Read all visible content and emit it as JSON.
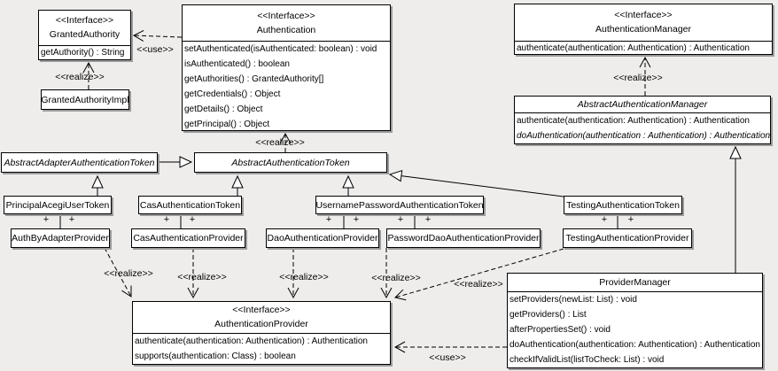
{
  "colors": {
    "background": "#eeedec",
    "box_fill": "#ffffff",
    "line": "#000000",
    "shadow": "#9b9b9b"
  },
  "labels": {
    "use": "<<use>>",
    "realize": "<<realize>>",
    "plus": "+"
  },
  "classes": {
    "granted_authority": {
      "stereotype": "<<Interface>>",
      "name": "GrantedAuthority",
      "methods": [
        "getAuthority() : String"
      ]
    },
    "granted_authority_impl": {
      "name": "GrantedAuthorityImpl"
    },
    "authentication": {
      "stereotype": "<<Interface>>",
      "name": "Authentication",
      "methods": [
        "setAuthenticated(isAuthenticated: boolean) : void",
        "isAuthenticated() : boolean",
        "getAuthorities() : GrantedAuthority[]",
        "getCredentials() : Object",
        "getDetails() : Object",
        "getPrincipal() : Object"
      ]
    },
    "authentication_manager": {
      "stereotype": "<<Interface>>",
      "name": "AuthenticationManager",
      "methods": [
        "authenticate(authentication: Authentication) : Authentication"
      ]
    },
    "abstract_authentication_manager": {
      "name": "AbstractAuthenticationManager",
      "methods": [
        "authenticate(authentication: Authentication) : Authentication",
        "doAuthentication(authentication : Authentication) : Authentication"
      ]
    },
    "abstract_adapter_authentication_token": {
      "name": "AbstractAdapterAuthenticationToken"
    },
    "abstract_authentication_token": {
      "name": "AbstractAuthenticationToken"
    },
    "principal_acegi_user_token": {
      "name": "PrincipalAcegiUserToken"
    },
    "cas_authentication_token": {
      "name": "CasAuthenticationToken"
    },
    "username_password_authentication_token": {
      "name": "UsernamePasswordAuthenticationToken"
    },
    "testing_authentication_token": {
      "name": "TestingAuthenticationToken"
    },
    "auth_by_adapter_provider": {
      "name": "AuthByAdapterProvider"
    },
    "cas_authentication_provider": {
      "name": "CasAuthenticationProvider"
    },
    "dao_authentication_provider": {
      "name": "DaoAuthenticationProvider"
    },
    "password_dao_authentication_provider": {
      "name": "PasswordDaoAuthenticationProvider"
    },
    "testing_authentication_provider": {
      "name": "TestingAuthenticationProvider"
    },
    "authentication_provider": {
      "stereotype": "<<Interface>>",
      "name": "AuthenticationProvider",
      "methods": [
        "authenticate(authentication: Authentication) : Authentication",
        "supports(authentication: Class) : boolean"
      ]
    },
    "provider_manager": {
      "name": "ProviderManager",
      "methods": [
        "setProviders(newList: List) : void",
        "getProviders() : List",
        "afterPropertiesSet() : void",
        "doAuthentication(authentication: Authentication) : Authentication",
        "checkIfValidList(listToCheck: List) : void"
      ]
    }
  }
}
